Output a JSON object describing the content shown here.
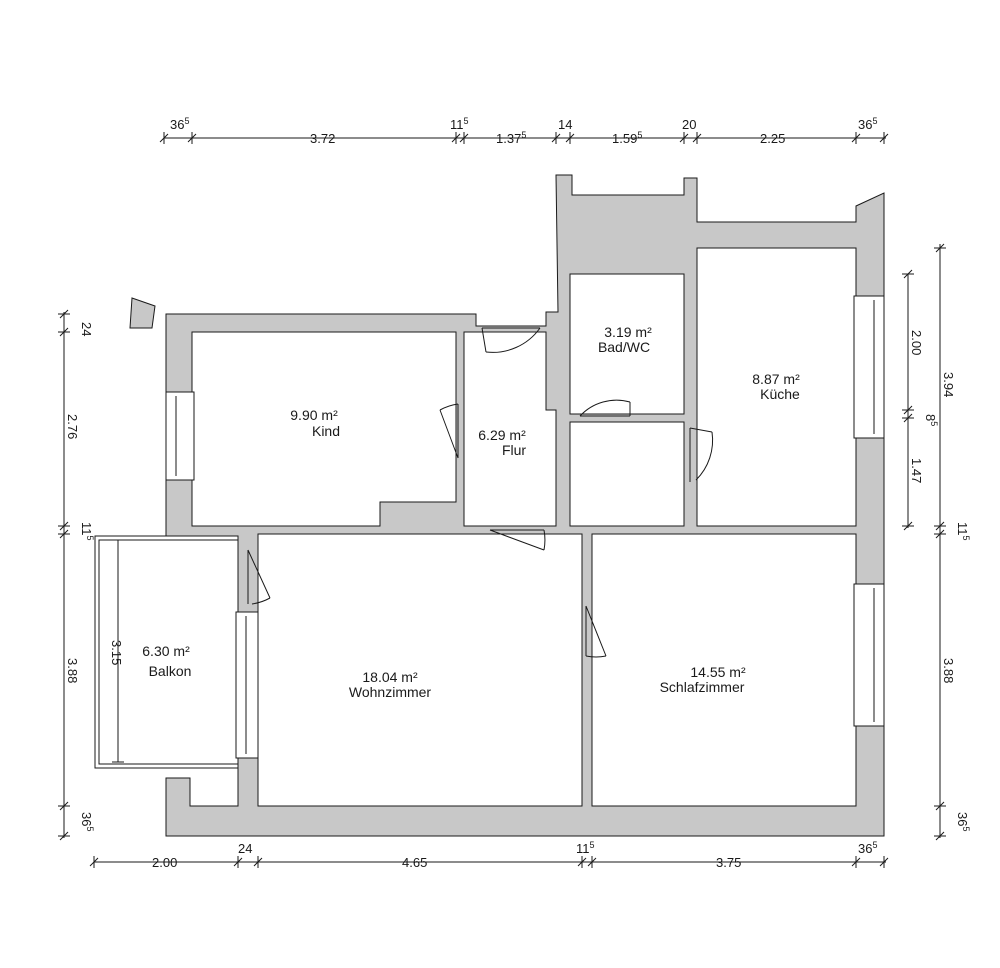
{
  "rooms": [
    {
      "id": "kind",
      "area": "9.90 m²",
      "name": "Kind"
    },
    {
      "id": "flur",
      "area": "6.29 m²",
      "name": "Flur"
    },
    {
      "id": "bad",
      "area": "3.19 m²",
      "name": "Bad/WC"
    },
    {
      "id": "kueche",
      "area": "8.87 m²",
      "name": "Küche"
    },
    {
      "id": "balkon",
      "area": "6.30 m²",
      "name": "Balkon"
    },
    {
      "id": "wohnzimmer",
      "area": "18.04 m²",
      "name": "Wohnzimmer"
    },
    {
      "id": "schlafzimmer",
      "area": "14.55 m²",
      "name": "Schlafzimmer"
    }
  ],
  "dimensions": {
    "top": [
      {
        "main": "36",
        "sup": "5"
      },
      {
        "main": "3.72",
        "sup": ""
      },
      {
        "main": "11",
        "sup": "5"
      },
      {
        "main": "1.37",
        "sup": "5"
      },
      {
        "main": "14",
        "sup": ""
      },
      {
        "main": "1.59",
        "sup": "5"
      },
      {
        "main": "20",
        "sup": ""
      },
      {
        "main": "2.25",
        "sup": ""
      },
      {
        "main": "36",
        "sup": "5"
      }
    ],
    "bottom": [
      {
        "main": "2.00",
        "sup": ""
      },
      {
        "main": "24",
        "sup": ""
      },
      {
        "main": "4.65",
        "sup": ""
      },
      {
        "main": "11",
        "sup": "5"
      },
      {
        "main": "3.75",
        "sup": ""
      },
      {
        "main": "36",
        "sup": "5"
      }
    ],
    "left": [
      {
        "main": "24",
        "sup": ""
      },
      {
        "main": "2.76",
        "sup": ""
      },
      {
        "main": "11",
        "sup": "5"
      },
      {
        "main": "3.88",
        "sup": ""
      },
      {
        "main": "36",
        "sup": "5"
      }
    ],
    "right_outer": [
      {
        "main": "3.94",
        "sup": ""
      },
      {
        "main": "11",
        "sup": "5"
      },
      {
        "main": "3.88",
        "sup": ""
      },
      {
        "main": "36",
        "sup": "5"
      }
    ],
    "right_inner": [
      {
        "main": "2.00",
        "sup": ""
      },
      {
        "main": "8",
        "sup": "5"
      },
      {
        "main": "1.47",
        "sup": ""
      }
    ],
    "balcony_depth": {
      "main": "3.15",
      "sup": ""
    }
  }
}
